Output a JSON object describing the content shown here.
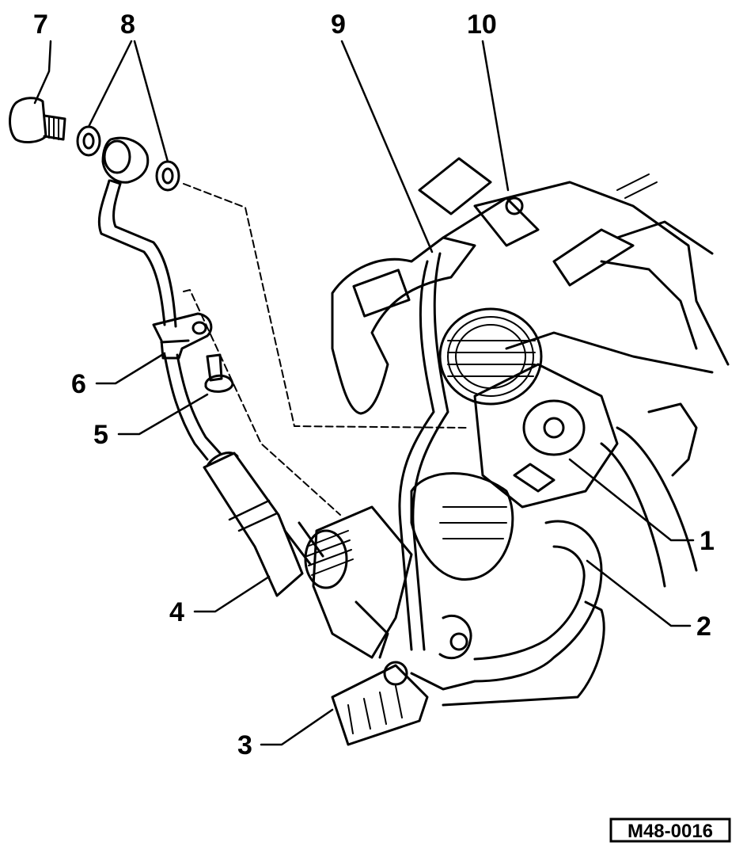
{
  "callouts": {
    "c1": "1",
    "c2": "2",
    "c3": "3",
    "c4": "4",
    "c5": "5",
    "c6": "6",
    "c7": "7",
    "c8": "8",
    "c9": "9",
    "c10": "10"
  },
  "reference_code": "M48-0016"
}
